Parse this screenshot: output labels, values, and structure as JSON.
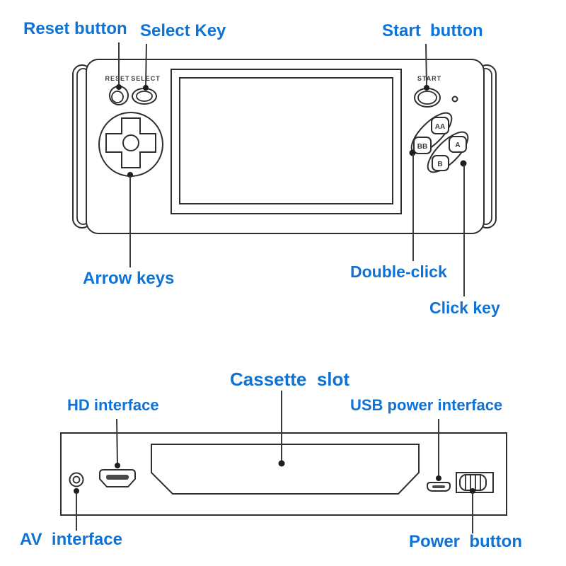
{
  "palette": {
    "label_blue": "#0e72d6",
    "line_color": "#2e2e2e",
    "device_text": "#3a3a3a",
    "background": "#ffffff",
    "port_slot_fill": "#4a4a4a"
  },
  "front": {
    "callouts": {
      "reset": "Reset button",
      "select": "Select Key",
      "start": "Start  button",
      "arrows": "Arrow keys",
      "double_click": "Double-click",
      "click": "Click key"
    },
    "device": {
      "reset": "RESET",
      "select": "SELECT",
      "start": "START",
      "aa": "AA",
      "bb": "BB",
      "a": "A",
      "b": "B"
    }
  },
  "bottom": {
    "callouts": {
      "cassette": "Cassette  slot",
      "hd": "HD interface",
      "usb": "USB power interface",
      "av": "AV  interface",
      "power": "Power  button"
    }
  }
}
